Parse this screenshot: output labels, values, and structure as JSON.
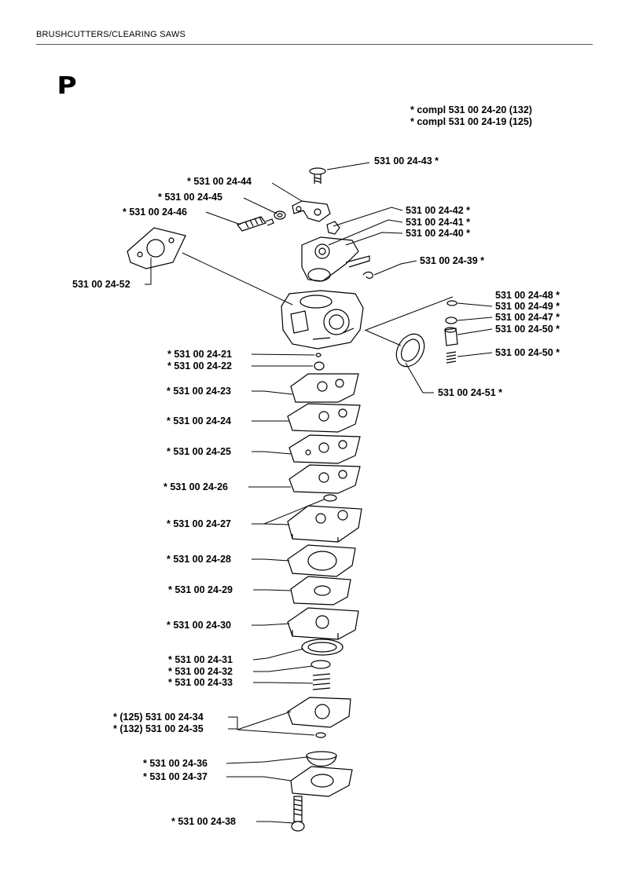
{
  "header": {
    "section_title": "BRUSHCUTTERS/CLEARING SAWS",
    "section_letter": "P"
  },
  "compl_notes": [
    "*  compl 531 00 24-20 (132)",
    "*  compl 531 00 24-19 (125)"
  ],
  "labels": {
    "p43": "531 00 24-43  *",
    "p44": "*  531 00 24-44",
    "p45": "*  531 00 24-45",
    "p46": "*  531 00 24-46",
    "p42": "531 00 24-42  *",
    "p41": "531 00 24-41  *",
    "p40": "531 00 24-40  *",
    "p39": "531 00 24-39  *",
    "p52": "531 00 24-52",
    "p48": "531 00 24-48  *",
    "p49": "531 00 24-49  *",
    "p47": "531 00 24-47  *",
    "p50a": "531 00 24-50  *",
    "p50b": "531 00 24-50  *",
    "p51": "531 00 24-51  *",
    "p21": "*  531 00 24-21",
    "p22": "*  531 00 24-22",
    "p23": "*  531 00 24-23",
    "p24": "*  531 00 24-24",
    "p25": "*  531 00 24-25",
    "p26": "*  531 00 24-26",
    "p27": "*  531 00 24-27",
    "p28": "*  531 00 24-28",
    "p29": "*  531 00 24-29",
    "p30": "*  531 00 24-30",
    "p31": "*  531 00 24-31",
    "p32": "*  531 00 24-32",
    "p33": "*  531 00 24-33",
    "p34": "*  (125) 531 00 24-34",
    "p35": "*  (132) 531 00 24-35",
    "p36": "*  531 00 24-36",
    "p37": "*  531 00 24-37",
    "p38": "*  531 00 24-38"
  }
}
